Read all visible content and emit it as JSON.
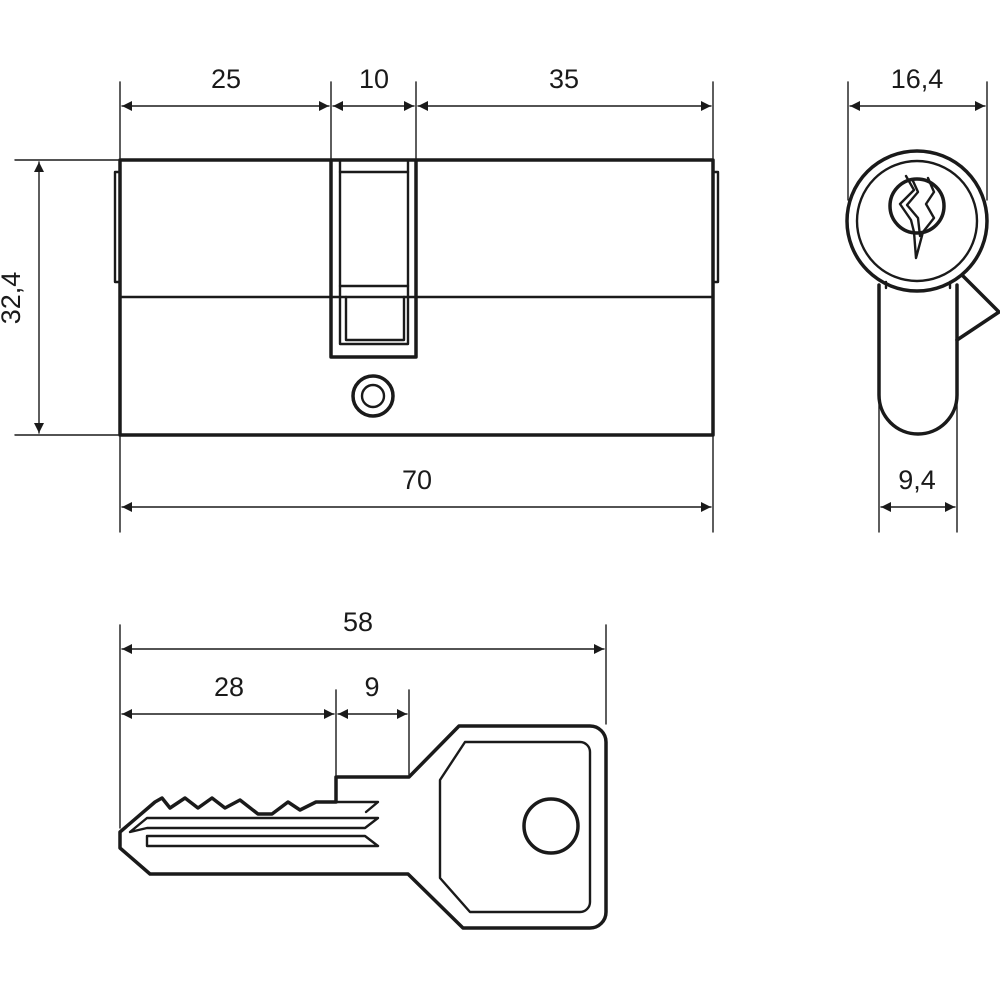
{
  "colors": {
    "stroke": "#1a1a1a",
    "background": "#ffffff"
  },
  "cylinder": {
    "dim_left": "25",
    "dim_cam": "10",
    "dim_right": "35",
    "dim_total": "70",
    "dim_height": "32,4"
  },
  "end_view": {
    "dim_width": "16,4",
    "dim_bottom": "9,4"
  },
  "key": {
    "dim_total": "58",
    "dim_blade": "28",
    "dim_shoulder": "9"
  }
}
